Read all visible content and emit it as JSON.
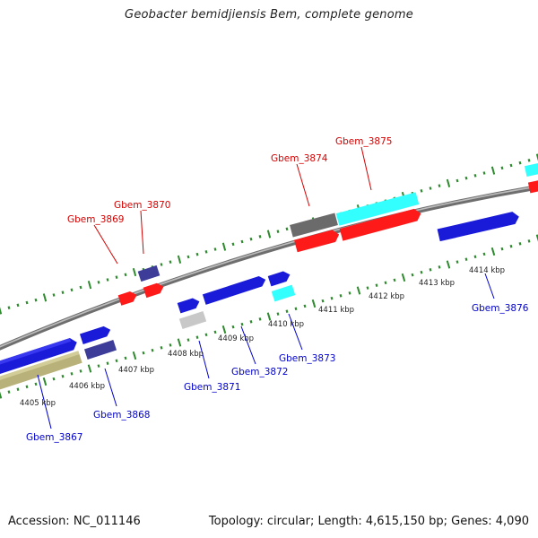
{
  "title": "Geobacter bemidjiensis Bem, complete genome",
  "footer": {
    "accession": "Accession: NC_011146",
    "stats": "Topology: circular; Length: 4,615,150 bp; Genes: 4,090"
  },
  "colors": {
    "backbone": "#8c8c8c",
    "scale_dots": "#2e8b2e",
    "label_top": "#d40000",
    "label_bottom": "#0000cc",
    "blue_gene": "#1a1ad9",
    "navy_gene": "#3d3d99",
    "red_gene": "#ff1a1a",
    "cyan_gene": "#33ffff",
    "grey_gene": "#6b6b6b",
    "light_grey_gene": "#c8c8c8",
    "olive_gene": "#b8b27a"
  },
  "scale_labels": [
    "4405 kbp",
    "4406 kbp",
    "4407 kbp",
    "4408 kbp",
    "4409 kbp",
    "4410 kbp",
    "4411 kbp",
    "4412 kbp",
    "4413 kbp",
    "4414 kbp"
  ],
  "gene_labels": {
    "top": [
      "Gbem_3869",
      "Gbem_3870",
      "Gbem_3874",
      "Gbem_3875"
    ],
    "bottom": [
      "Gbem_3867",
      "Gbem_3868",
      "Gbem_3871",
      "Gbem_3872",
      "Gbem_3873",
      "Gbem_3876"
    ]
  }
}
